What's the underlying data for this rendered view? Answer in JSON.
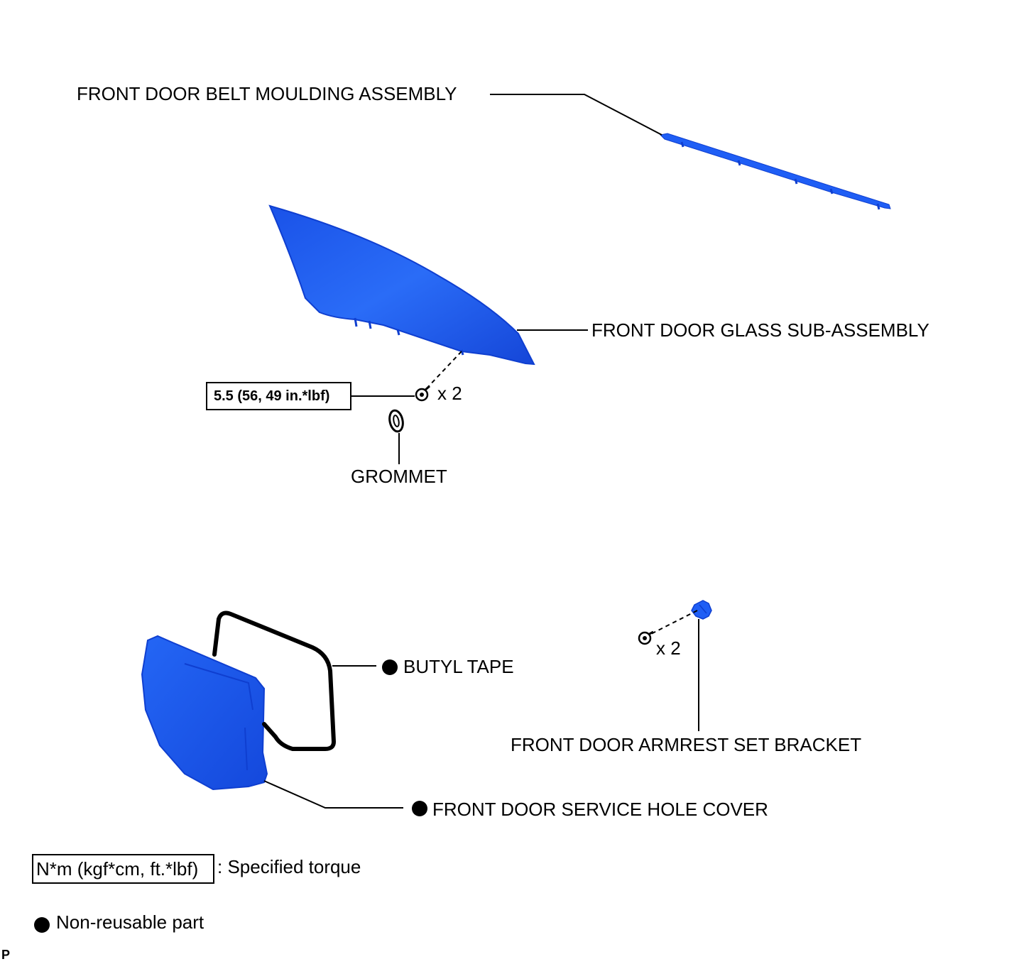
{
  "parts": {
    "belt_moulding": "FRONT DOOR BELT MOULDING ASSEMBLY",
    "glass": "FRONT DOOR GLASS SUB-ASSEMBLY",
    "glass_bolt_qty": "x 2",
    "glass_bolt_torque": "5.5 (56, 49 in.*lbf)",
    "grommet": "GROMMET",
    "butyl_tape": "BUTYL TAPE",
    "armrest_bracket": "FRONT DOOR ARMREST SET BRACKET",
    "armrest_screw_qty": "x 2",
    "service_hole_cover": "FRONT DOOR SERVICE HOLE COVER"
  },
  "legend": {
    "torque_unit": "N*m (kgf*cm, ft.*lbf)",
    "torque_desc": ": Specified torque",
    "non_reusable": "Non-reusable part"
  },
  "footer_mark": "P",
  "colors": {
    "part_blue": "#1f5ef5",
    "part_blue_dark": "#0f3fd0",
    "line": "#000000"
  }
}
